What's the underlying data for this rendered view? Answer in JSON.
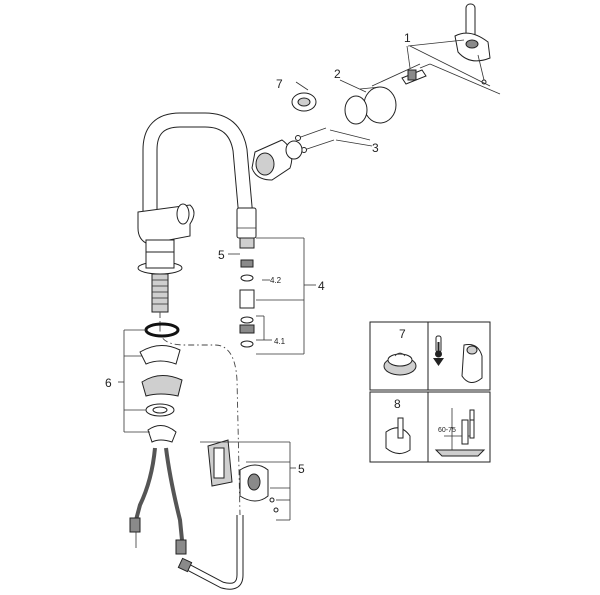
{
  "callouts": {
    "c1": "1",
    "c2": "2",
    "c3": "3",
    "c4": "4",
    "c4_1": "4.1",
    "c4_2": "4.2",
    "c5_top": "5",
    "c5_bottom": "5",
    "c6": "6",
    "c7": "7"
  },
  "inset_top": {
    "number": "7"
  },
  "inset_bottom": {
    "number": "8",
    "dimension": "60-75"
  }
}
